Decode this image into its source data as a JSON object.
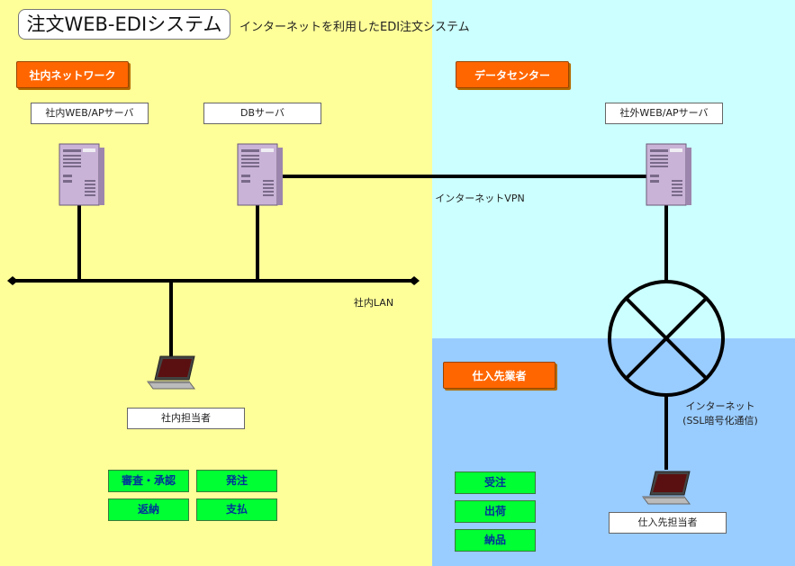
{
  "title": "注文WEB-EDIシステム",
  "subtitle": "インターネットを利用したEDI注文システム",
  "zones": {
    "internal": {
      "label": "社内ネットワーク",
      "color": "#ffff99"
    },
    "datacenter": {
      "label": "データセンター",
      "color": "#ccffff"
    },
    "supplier": {
      "label": "仕入先業者",
      "color": "#99ccff"
    }
  },
  "nodes": {
    "internal_web_ap": "社内WEB/APサーバ",
    "db_server": "DBサーバ",
    "external_web_ap": "社外WEB/APサーバ",
    "internal_staff": "社内担当者",
    "supplier_staff": "仕入先担当者"
  },
  "edges": {
    "vpn": "インターネットVPN",
    "lan": "社内LAN",
    "internet_line1": "インターネット",
    "internet_line2": "(SSL暗号化通信)"
  },
  "internal_functions": [
    "審査・承認",
    "発注",
    "返納",
    "支払"
  ],
  "supplier_functions": [
    "受注",
    "出荷",
    "納品"
  ],
  "colors": {
    "accent": "#ff6600",
    "function": "#00ff33",
    "function_text": "#003399"
  }
}
